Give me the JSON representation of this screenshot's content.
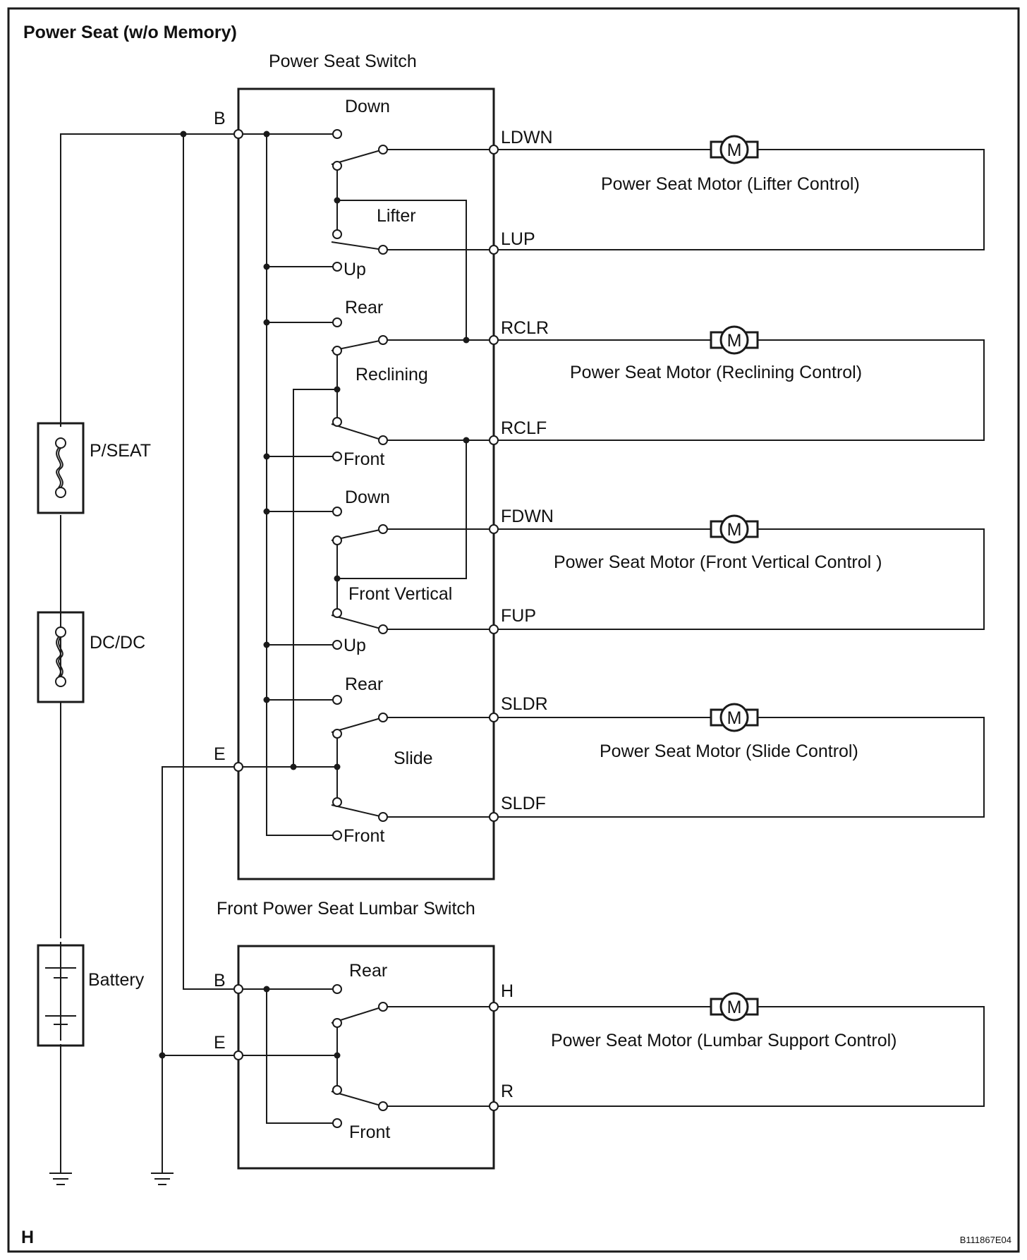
{
  "title": "Power Seat (w/o Memory)",
  "power_seat_switch": {
    "title": "Power Seat Switch",
    "terminal_b": "B",
    "terminal_e": "E",
    "lifter": {
      "label": "Lifter",
      "down": "Down",
      "up": "Up",
      "pin_down": "LDWN",
      "pin_up": "LUP"
    },
    "reclining": {
      "label": "Reclining",
      "rear": "Rear",
      "front": "Front",
      "pin_rear": "RCLR",
      "pin_front": "RCLF"
    },
    "front_vertical": {
      "label": "Front Vertical",
      "down": "Down",
      "up": "Up",
      "pin_down": "FDWN",
      "pin_up": "FUP"
    },
    "slide": {
      "label": "Slide",
      "rear": "Rear",
      "front": "Front",
      "pin_rear": "SLDR",
      "pin_front": "SLDF"
    }
  },
  "lumbar_switch": {
    "title": "Front Power Seat Lumbar Switch",
    "terminal_b": "B",
    "terminal_e": "E",
    "rear": "Rear",
    "front": "Front",
    "pin_h": "H",
    "pin_r": "R"
  },
  "motors": {
    "symbol": "M",
    "lifter": "Power Seat Motor (Lifter Control)",
    "reclining": "Power Seat Motor (Reclining Control)",
    "front_vertical": "Power Seat Motor (Front Vertical Control )",
    "slide": "Power Seat Motor (Slide Control)",
    "lumbar": "Power Seat Motor (Lumbar Support Control)"
  },
  "fuses": {
    "pseat": "P/SEAT",
    "dcdc": "DC/DC"
  },
  "battery": "Battery",
  "corner_letter": "H",
  "figure_code": "B111867E04"
}
